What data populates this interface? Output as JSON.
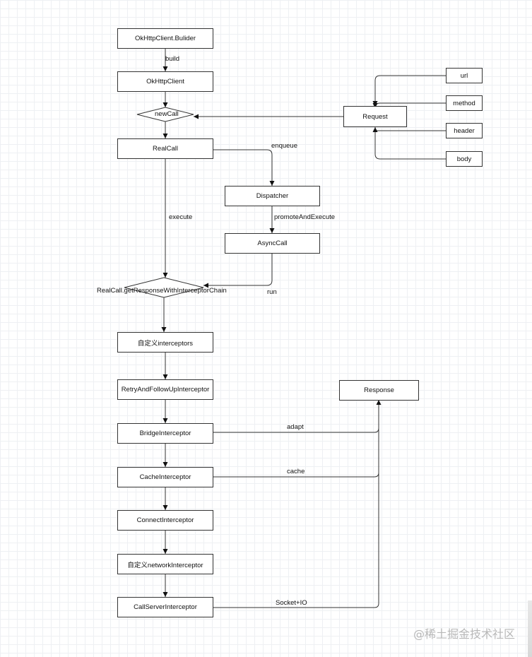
{
  "nodes": {
    "builder": "OkHttpClient.Bulider",
    "okhttpclient": "OkHttpClient",
    "newcall": "newCall",
    "realcall": "RealCall",
    "dispatcher": "Dispatcher",
    "asynccall": "AsyncCall",
    "getresponse": "RealCall.getResponseWithInterceptorChain",
    "custom_interceptors": "自定义interceptors",
    "retry": "RetryAndFollowUpInterceptor",
    "bridge": "BridgeInterceptor",
    "cache": "CacheInterceptor",
    "connect": "ConnectInterceptor",
    "network_custom": "自定义networkInterceptor",
    "callserver": "CallServerInterceptor",
    "request": "Request",
    "url": "url",
    "method": "method",
    "header": "header",
    "body": "body",
    "response": "Response"
  },
  "edges": {
    "build": "build",
    "enqueue": "enqueue",
    "execute": "execute",
    "promote": "promoteAndExecute",
    "run": "run",
    "adapt": "adapt",
    "cache": "cache",
    "socket": "Socket+IO"
  },
  "watermark": "@稀土掘金技术社区",
  "colors": {
    "stroke": "#333333",
    "grid": "#eef0f3",
    "watermark": "#b8b8b8"
  }
}
